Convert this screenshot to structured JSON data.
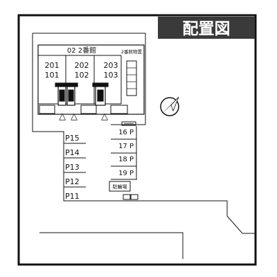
{
  "title": "配置図",
  "building": {
    "label": "02 2番館",
    "storage_label": "2番館物置",
    "units": [
      {
        "upper": "201",
        "lower": "101"
      },
      {
        "upper": "202",
        "lower": "102"
      },
      {
        "upper": "203",
        "lower": "103"
      }
    ],
    "entrance_symbols": [
      "△",
      "△",
      "△"
    ]
  },
  "parking_left": [
    "P15",
    "P14",
    "P13",
    "P12",
    "P11"
  ],
  "parking_right": [
    "16 P",
    "17 P",
    "18 P",
    "19 P"
  ],
  "bike_parking_label": "駐輪場",
  "colors": {
    "line": "#111111",
    "title_bg": "#3a3a3a",
    "title_text": "#ffffff",
    "background": "#ffffff"
  }
}
